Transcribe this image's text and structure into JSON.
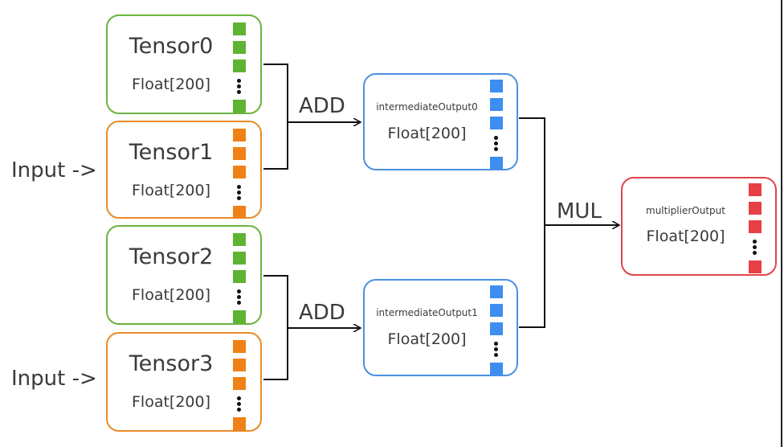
{
  "colors": {
    "green": "#6cb33f",
    "green_cell": "#5fb332",
    "orange": "#e98a2b",
    "orange_cell": "#ef8118",
    "blue": "#4a90e2",
    "blue_cell": "#3d8ef0",
    "red": "#e0444a",
    "red_cell": "#e64046",
    "line": "#111111"
  },
  "inputs": [
    {
      "label": "Input ->"
    },
    {
      "label": "Input ->"
    }
  ],
  "tensors": [
    {
      "name": "Tensor0",
      "dtype": "Float[200]",
      "color": "green"
    },
    {
      "name": "Tensor1",
      "dtype": "Float[200]",
      "color": "orange"
    },
    {
      "name": "Tensor2",
      "dtype": "Float[200]",
      "color": "green"
    },
    {
      "name": "Tensor3",
      "dtype": "Float[200]",
      "color": "orange"
    }
  ],
  "intermediates": [
    {
      "name": "intermediateOutput0",
      "dtype": "Float[200]",
      "color": "blue"
    },
    {
      "name": "intermediateOutput1",
      "dtype": "Float[200]",
      "color": "blue"
    }
  ],
  "output": {
    "name": "multiplierOutput",
    "dtype": "Float[200]",
    "color": "red"
  },
  "operations": {
    "add_top": "ADD",
    "add_bottom": "ADD",
    "mul": "MUL"
  }
}
